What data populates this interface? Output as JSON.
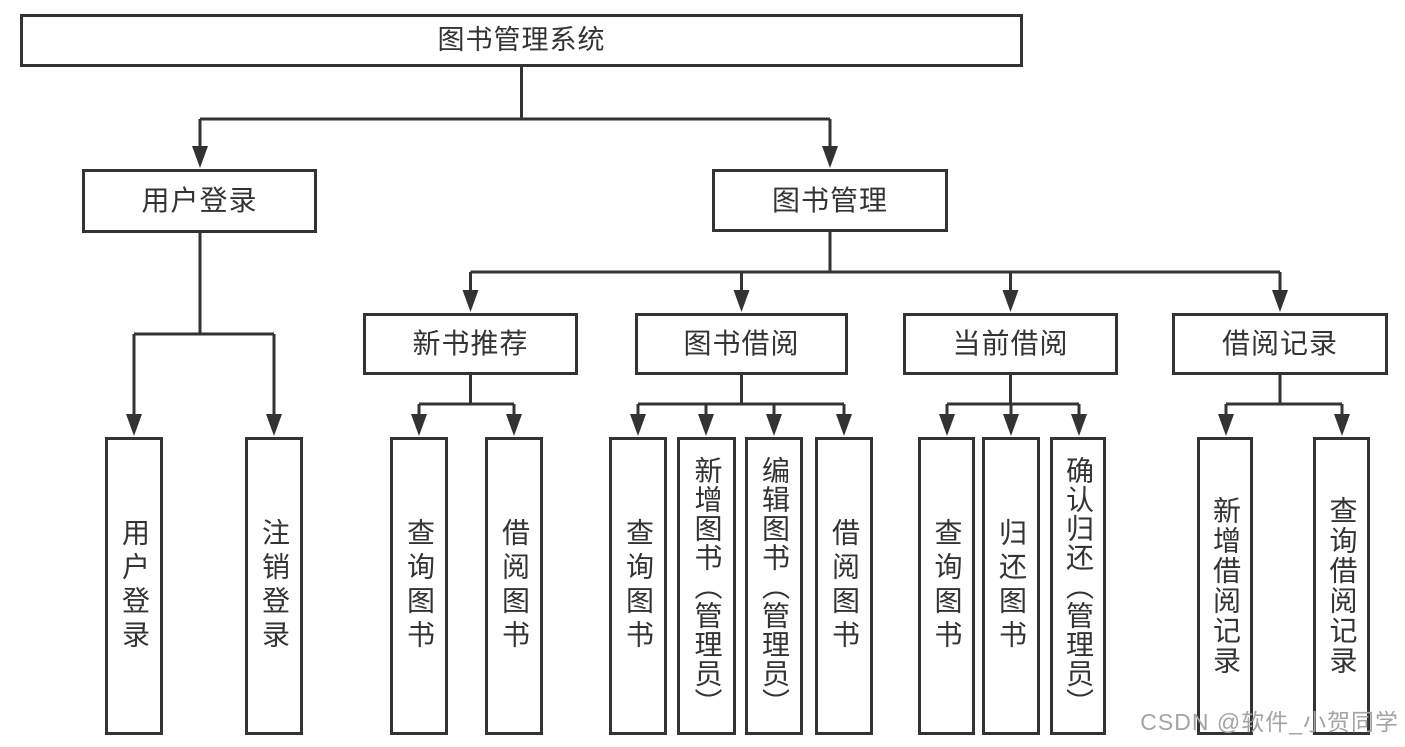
{
  "diagram": {
    "root": {
      "label": "图书管理系统"
    },
    "level2": [
      {
        "label": "用户登录"
      },
      {
        "label": "图书管理"
      }
    ],
    "level3": [
      {
        "label": "新书推荐"
      },
      {
        "label": "图书借阅"
      },
      {
        "label": "当前借阅"
      },
      {
        "label": "借阅记录"
      }
    ],
    "level4": {
      "user_login_children": [
        {
          "label": "用户登录"
        },
        {
          "label": "注销登录"
        }
      ],
      "new_book_children": [
        {
          "label": "查询图书"
        },
        {
          "label": "借阅图书"
        }
      ],
      "book_borrow_children": [
        {
          "label": "查询图书"
        },
        {
          "label": "新增图书（管理员）"
        },
        {
          "label": "编辑图书（管理员）"
        },
        {
          "label": "借阅图书"
        }
      ],
      "current_borrow_children": [
        {
          "label": "查询图书"
        },
        {
          "label": "归还图书"
        },
        {
          "label": "确认归还（管理员）"
        }
      ],
      "borrow_record_children": [
        {
          "label": "新增借阅记录"
        },
        {
          "label": "查询借阅记录"
        }
      ]
    }
  },
  "watermark": {
    "text": "CSDN @软件_小贺同学"
  },
  "colors": {
    "line": "#333333",
    "text": "#333333",
    "background": "#ffffff",
    "watermark": "#a4a4a4"
  }
}
